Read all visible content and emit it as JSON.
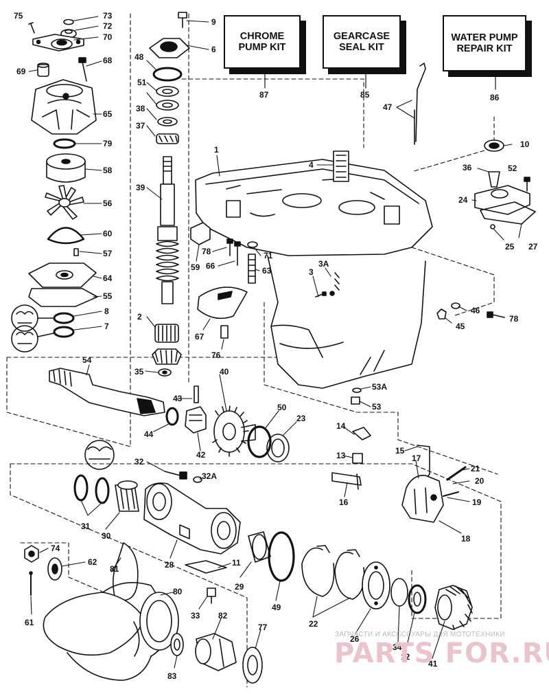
{
  "kits": [
    {
      "line1": "CHROME",
      "line2": "PUMP KIT",
      "ref": "87"
    },
    {
      "line1": "GEARCASE",
      "line2": "SEAL KIT",
      "ref": "85"
    },
    {
      "line1": "WATER PUMP",
      "line2": "REPAIR KIT",
      "ref": "86"
    }
  ],
  "callouts": [
    "75",
    "73",
    "72",
    "70",
    "69",
    "68",
    "65",
    "79",
    "58",
    "56",
    "60",
    "57",
    "64",
    "55",
    "8",
    "7",
    "9",
    "6",
    "48",
    "51",
    "38",
    "37",
    "39",
    "2",
    "1",
    "4",
    "78",
    "71",
    "66",
    "63",
    "59",
    "67",
    "76",
    "47",
    "10",
    "36",
    "52",
    "24",
    "25",
    "27",
    "3A",
    "3",
    "46",
    "78",
    "45",
    "54",
    "35",
    "40",
    "43",
    "44",
    "42",
    "50",
    "23",
    "53A",
    "53",
    "14",
    "13",
    "16",
    "15",
    "17",
    "21",
    "20",
    "19",
    "18",
    "32",
    "32A",
    "31",
    "30",
    "28",
    "11",
    "29",
    "49",
    "22",
    "26",
    "34",
    "12",
    "41",
    "74",
    "62",
    "61",
    "81",
    "80",
    "33",
    "82",
    "77",
    "83"
  ],
  "watermark": {
    "line1": "ЗАПЧАСТИ И АКСЕССУАРЫ ДЛЯ МОТОТЕХНИКИ",
    "line2": "PARTS FOR.RU"
  },
  "colors": {
    "ink": "#111111",
    "paper": "#ffffff",
    "watermark": "#e9c4ca"
  }
}
